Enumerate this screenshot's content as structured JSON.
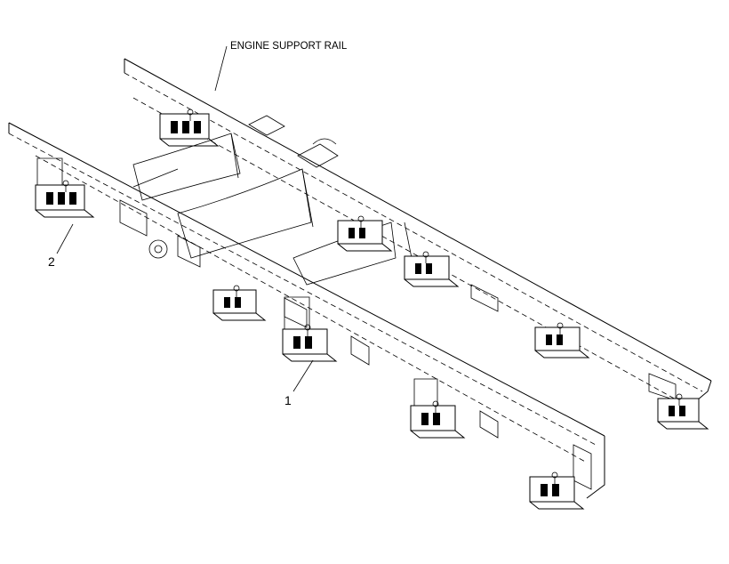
{
  "labels": {
    "engine_support_rail": "ENGINE SUPPORT RAIL",
    "callout_1": "1",
    "callout_2": "2"
  },
  "colors": {
    "line": "#000000",
    "background": "#ffffff"
  }
}
